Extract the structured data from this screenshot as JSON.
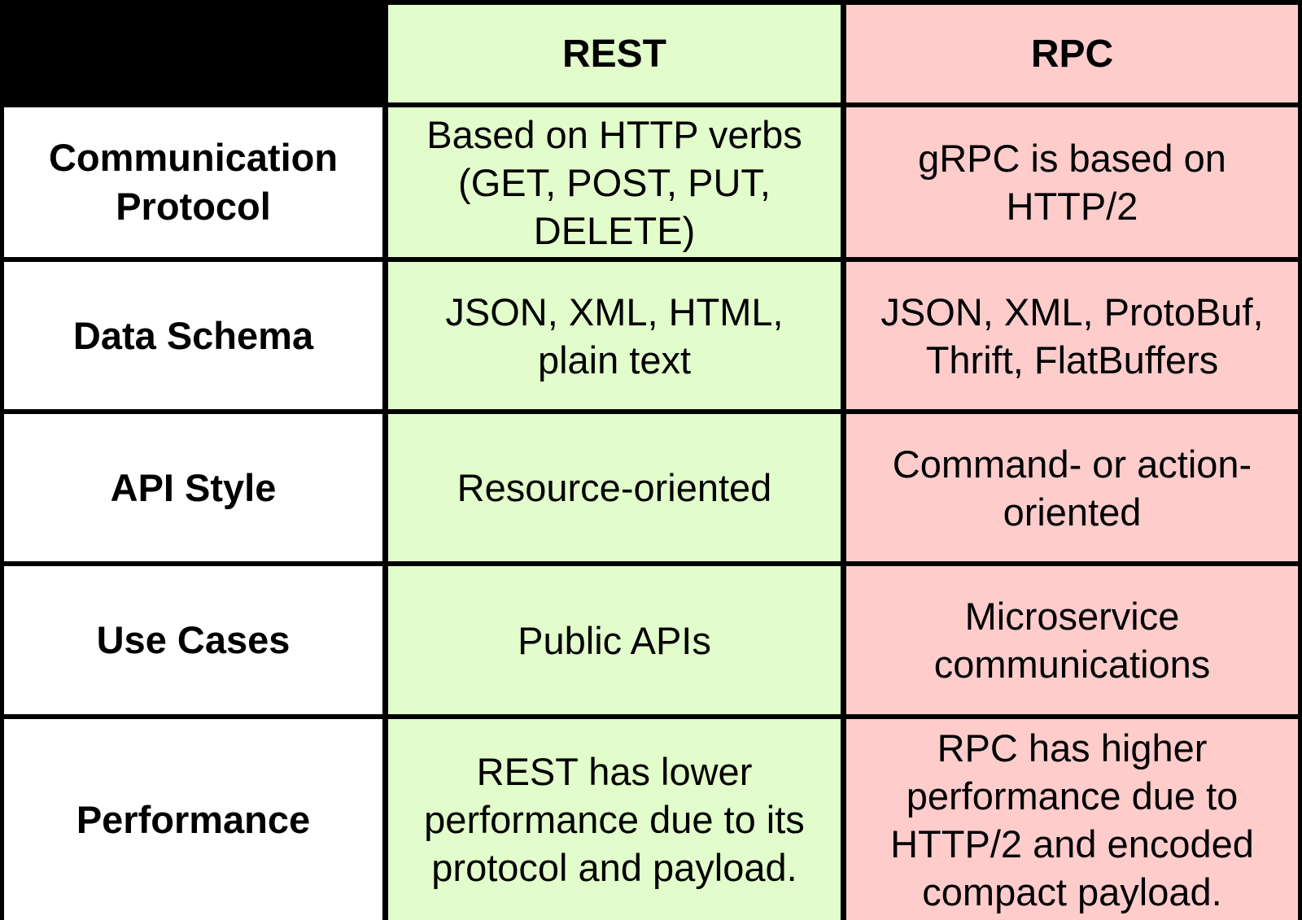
{
  "table": {
    "corner": "",
    "columns": [
      "REST",
      "RPC"
    ],
    "colors": {
      "rest_bg": "#E2FCCB",
      "rpc_bg": "#FFCCCC",
      "label_bg": "#FFFFFF",
      "border": "#000000"
    },
    "rows": [
      {
        "label": "Communication Protocol",
        "rest": "Based on HTTP verbs (GET, POST, PUT, DELETE)",
        "rpc": "gRPC is based on HTTP/2"
      },
      {
        "label": "Data Schema",
        "rest": "JSON, XML, HTML, plain text",
        "rpc": "JSON, XML, ProtoBuf, Thrift, FlatBuffers"
      },
      {
        "label": "API Style",
        "rest": "Resource-oriented",
        "rpc": "Command- or action-oriented"
      },
      {
        "label": "Use Cases",
        "rest": "Public APIs",
        "rpc": "Microservice communications"
      },
      {
        "label": "Performance",
        "rest": "REST has lower performance due to its protocol and payload.",
        "rpc": "RPC has higher performance due to HTTP/2 and encoded compact payload."
      }
    ]
  }
}
